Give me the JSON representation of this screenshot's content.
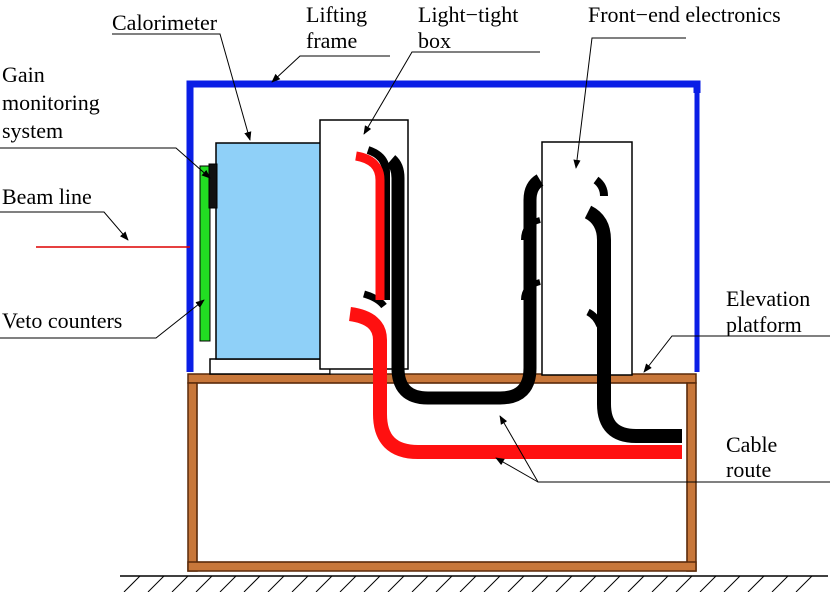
{
  "labels": {
    "calorimeter": "Calorimeter",
    "lifting_line1": "Lifting",
    "lifting_line2": "frame",
    "lighttight_line1": "Light−tight",
    "lighttight_line2": "box",
    "frontend": "Front−end electronics",
    "gain_line1": "Gain",
    "gain_line2": "monitoring",
    "gain_line3": "system",
    "beam": "Beam line",
    "veto": "Veto counters",
    "elevation_line1": "Elevation",
    "elevation_line2": "platform",
    "cable_line1": "Cable",
    "cable_line2": "route"
  },
  "colors": {
    "lifting_frame": "#0a1ee6",
    "calorimeter": "#8fd0f8",
    "veto": "#22dd22",
    "platform": "#9a4a1a",
    "platform_light": "#c8773a",
    "red_cable": "#ff1010",
    "black_cable": "#000000",
    "beam_line": "#dd0000"
  }
}
